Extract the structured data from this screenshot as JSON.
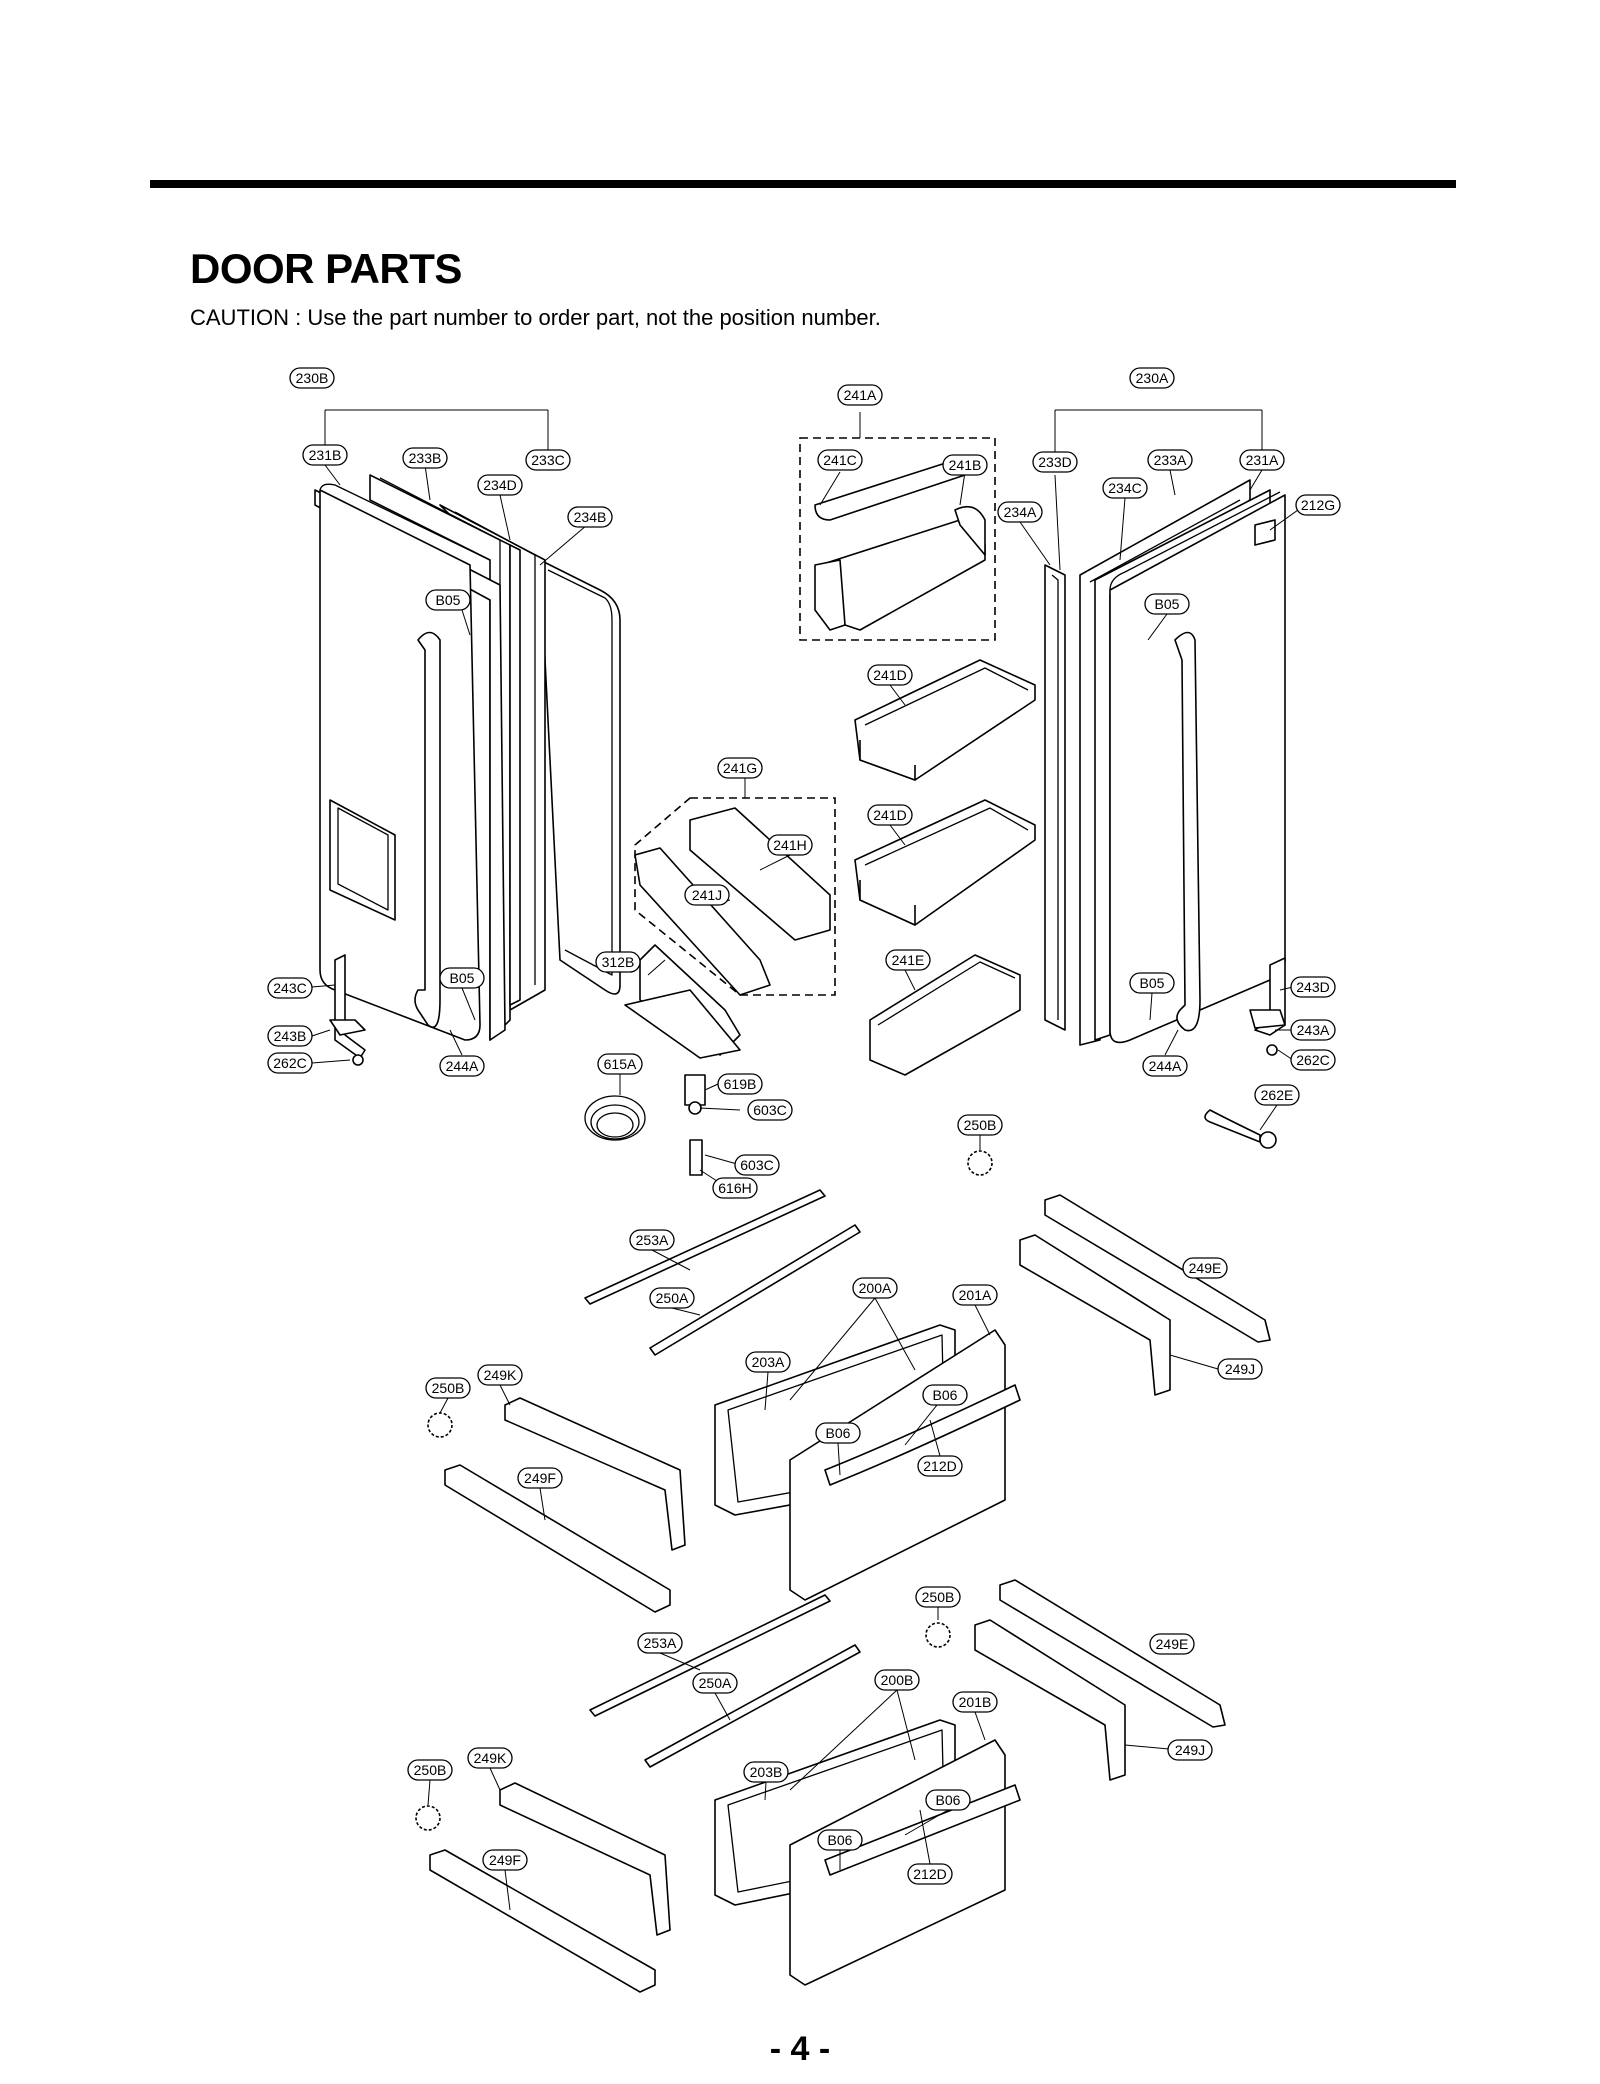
{
  "header": {
    "title": "DOOR PARTS",
    "caution": "CAUTION : Use the part number to order part, not the position number."
  },
  "footer": {
    "page_number": "- 4 -"
  },
  "callouts": [
    "230B",
    "241A",
    "230A",
    "231B",
    "233B",
    "233C",
    "234D",
    "234B",
    "241C",
    "241B",
    "233D",
    "234A",
    "234C",
    "233A",
    "231A",
    "212G",
    "B05",
    "B05",
    "241D",
    "241G",
    "241D",
    "241H",
    "241J",
    "312B",
    "241E",
    "243C",
    "B05",
    "B05",
    "243D",
    "243B",
    "262C",
    "244A",
    "615A",
    "619B",
    "603C",
    "244A",
    "243A",
    "262C",
    "262E",
    "250B",
    "603C",
    "616H",
    "253A",
    "249E",
    "250A",
    "200A",
    "201A",
    "203A",
    "249J",
    "249K",
    "250B",
    "B06",
    "B06",
    "249F",
    "212D",
    "250B",
    "253A",
    "249E",
    "250A",
    "200B",
    "201B",
    "249K",
    "250B",
    "203B",
    "249J",
    "B06",
    "B06",
    "249F",
    "212D"
  ]
}
